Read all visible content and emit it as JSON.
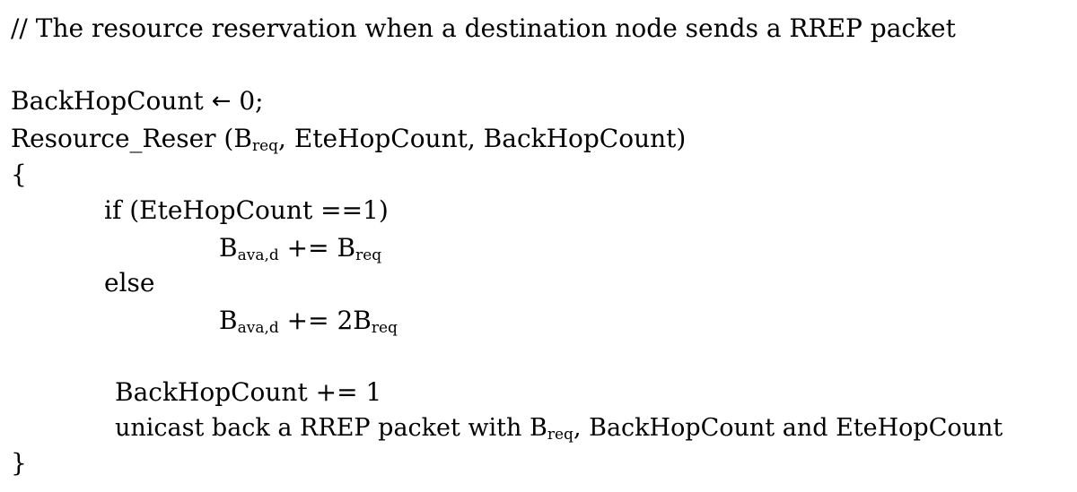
{
  "doc": {
    "comment": "// The resource reservation when a destination node sends a RREP packet",
    "line_backhop_init_left": "BackHopCount",
    "line_backhop_init_arrow": "←",
    "line_backhop_init_right": "0;",
    "func_call_prefix": "Resource_Reser (B",
    "func_call_sub": "req",
    "func_call_suffix": ", EteHopCount, BackHopCount)",
    "open_brace": "{",
    "if_line": "if (EteHopCount ==1)",
    "assign1_prefix": "B",
    "assign1_sub": "ava,d",
    "assign1_mid": " += B",
    "assign1_sub2": "req",
    "else_line": "else",
    "assign2_prefix": "B",
    "assign2_sub": "ava,d",
    "assign2_mid": " += 2B",
    "assign2_sub2": "req",
    "increment_line": "BackHopCount += 1",
    "unicast_prefix": "unicast back a RREP packet with B",
    "unicast_sub": "req",
    "unicast_suffix": ", BackHopCount and EteHopCount",
    "close_brace": "}"
  }
}
